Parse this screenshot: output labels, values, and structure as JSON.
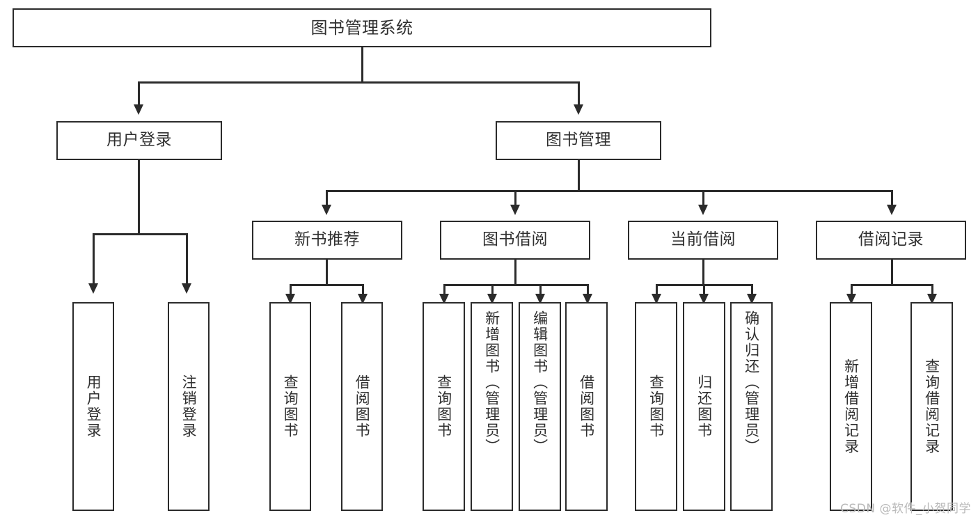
{
  "diagram": {
    "title": "图书管理系统",
    "root": {
      "label": "图书管理系统"
    },
    "level2": [
      {
        "label": "用户登录"
      },
      {
        "label": "图书管理"
      }
    ],
    "level3": [
      {
        "label": "新书推荐"
      },
      {
        "label": "图书借阅"
      },
      {
        "label": "当前借阅"
      },
      {
        "label": "借阅记录"
      }
    ],
    "leaves": {
      "user_login": [
        {
          "label": "用户登录"
        },
        {
          "label": "注销登录"
        }
      ],
      "new_book": [
        {
          "label": "查询图书"
        },
        {
          "label": "借阅图书"
        }
      ],
      "book_borrow": [
        {
          "label": "查询图书"
        },
        {
          "label": "新增图书（管理员）"
        },
        {
          "label": "编辑图书（管理员）"
        },
        {
          "label": "借阅图书"
        }
      ],
      "current_borrow": [
        {
          "label": "查询图书"
        },
        {
          "label": "归还图书"
        },
        {
          "label": "确认归还（管理员）"
        }
      ],
      "borrow_record": [
        {
          "label": "新增借阅记录"
        },
        {
          "label": "查询借阅记录"
        }
      ]
    }
  },
  "watermark": {
    "text": "CSDN @软件_小贺同学"
  },
  "colors": {
    "stroke": "#2b2b2b",
    "text": "#2f2f2f",
    "background": "#ffffff",
    "watermark": "#b9b9b9"
  }
}
